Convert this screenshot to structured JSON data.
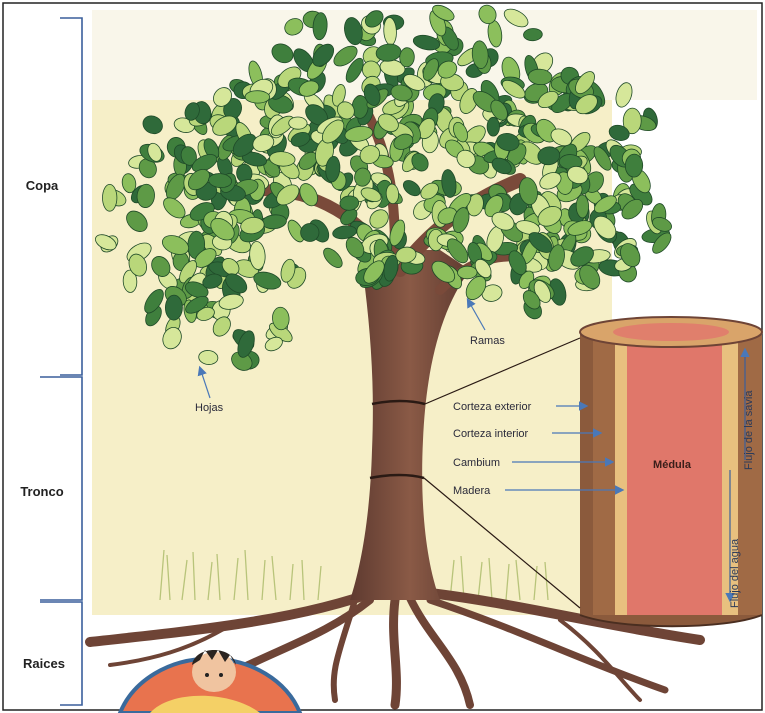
{
  "sections": {
    "copa": "Copa",
    "tronco": "Tronco",
    "raices": "Raices"
  },
  "labels": {
    "hojas": "Hojas",
    "ramas": "Ramas",
    "corteza_exterior": "Corteza exterior",
    "corteza_interior": "Corteza interior",
    "cambium": "Cambium",
    "madera": "Madera",
    "medula": "Médula",
    "flujo_savia": "Flujo de la savia",
    "flujo_agua": "Flujo del agua"
  },
  "colors": {
    "bracket": "#3a5f9c",
    "arrow": "#4a78b8",
    "trunk": "#7a4a3a",
    "root": "#6e4436",
    "leaf_light": "#b9d77a",
    "leaf_dark": "#2f6a3a",
    "medula": "#e0776a",
    "wood": "#e8c07f",
    "bark": "#8b5a3c",
    "background_panel": "#f6efc8",
    "grass": "#c8cf8e"
  }
}
